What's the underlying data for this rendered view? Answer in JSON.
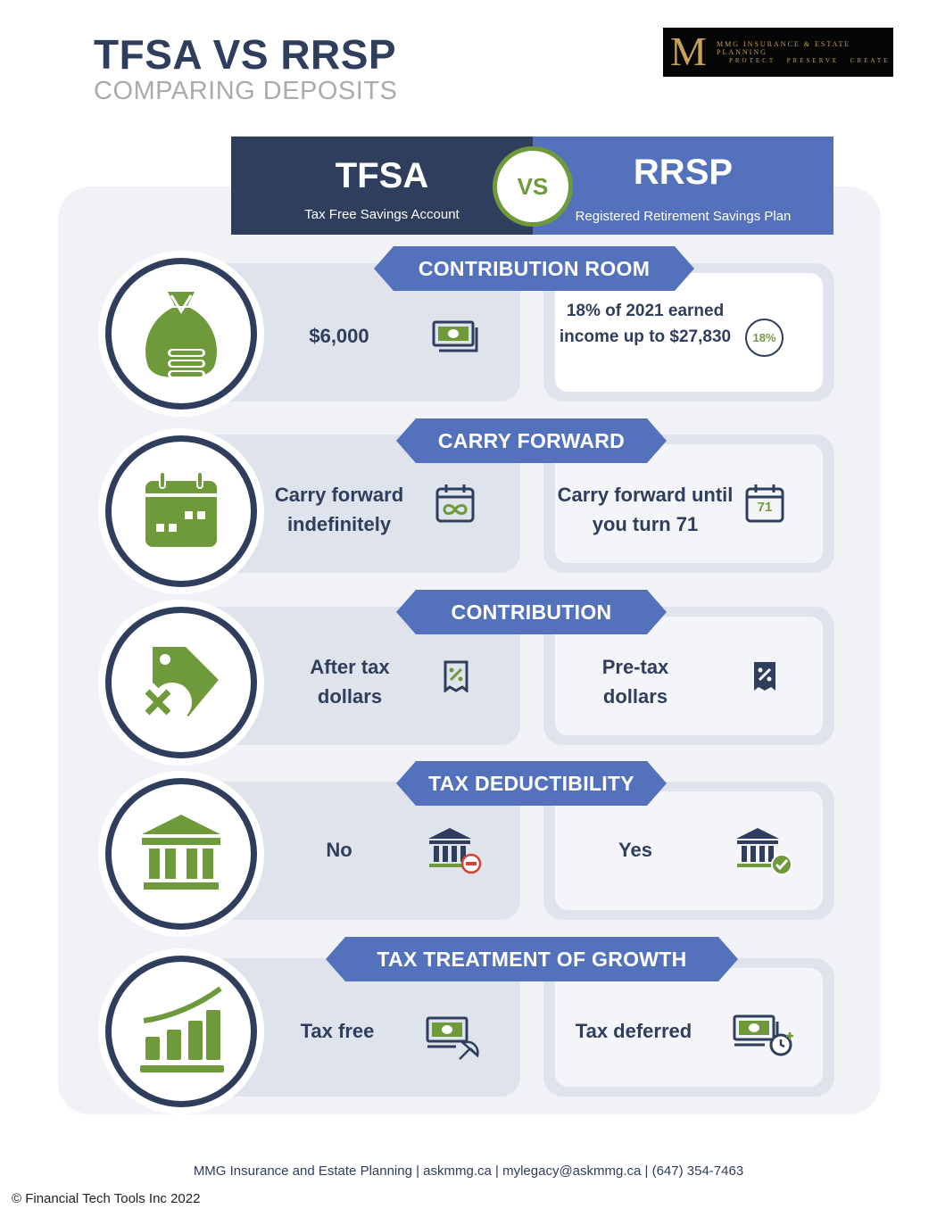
{
  "header": {
    "title": "TFSA VS RRSP",
    "subtitle": "COMPARING DEPOSITS"
  },
  "logo": {
    "monogram": "M",
    "name": "MMG INSURANCE & ESTATE PLANNING",
    "tagline": "PROTECT  PRESERVE  CREATE"
  },
  "columns": {
    "left": {
      "title": "TFSA",
      "subtitle": "Tax Free Savings Account"
    },
    "vs": "VS",
    "right": {
      "title": "RRSP",
      "subtitle": "Registered Retirement Savings Plan"
    }
  },
  "rows": [
    {
      "category": "CONTRIBUTION ROOM",
      "icon": "money-bag-icon",
      "tfsa": {
        "text": "$6,000",
        "icon": "cash-stack-icon"
      },
      "rrsp": {
        "text": "18% of 2021 earned income up to $27,830",
        "icon": "percent-badge-icon",
        "badge": "18%"
      }
    },
    {
      "category": "CARRY FORWARD",
      "icon": "calendar-icon",
      "tfsa": {
        "text": "Carry forward indefinitely",
        "icon": "calendar-infinity-icon"
      },
      "rrsp": {
        "text": "Carry forward until you turn 71",
        "icon": "calendar-71-icon",
        "badge": "71"
      }
    },
    {
      "category": "CONTRIBUTION",
      "icon": "price-tag-icon",
      "tfsa": {
        "text": "After tax dollars",
        "icon": "receipt-percent-icon"
      },
      "rrsp": {
        "text": "Pre-tax dollars",
        "icon": "receipt-percent-filled-icon"
      }
    },
    {
      "category": "TAX DEDUCTIBILITY",
      "icon": "bank-icon",
      "tfsa": {
        "text": "No",
        "icon": "bank-minus-icon"
      },
      "rrsp": {
        "text": "Yes",
        "icon": "bank-check-icon"
      }
    },
    {
      "category": "TAX TREATMENT OF GROWTH",
      "icon": "growth-chart-icon",
      "tfsa": {
        "text": "Tax free",
        "icon": "cash-umbrella-icon"
      },
      "rrsp": {
        "text": "Tax deferred",
        "icon": "cash-clock-icon"
      }
    }
  ],
  "footer": {
    "contact": "MMG Insurance and Estate Planning | askmmg.ca | mylegacy@askmmg.ca | (647) 354-7463",
    "copyright": "© Financial Tech Tools Inc 2022"
  },
  "colors": {
    "navy": "#2f3e5c",
    "blue": "#5472bb",
    "green": "#6f9a3c",
    "panel": "#f1f2f5",
    "cell": "#dfe3eb"
  }
}
